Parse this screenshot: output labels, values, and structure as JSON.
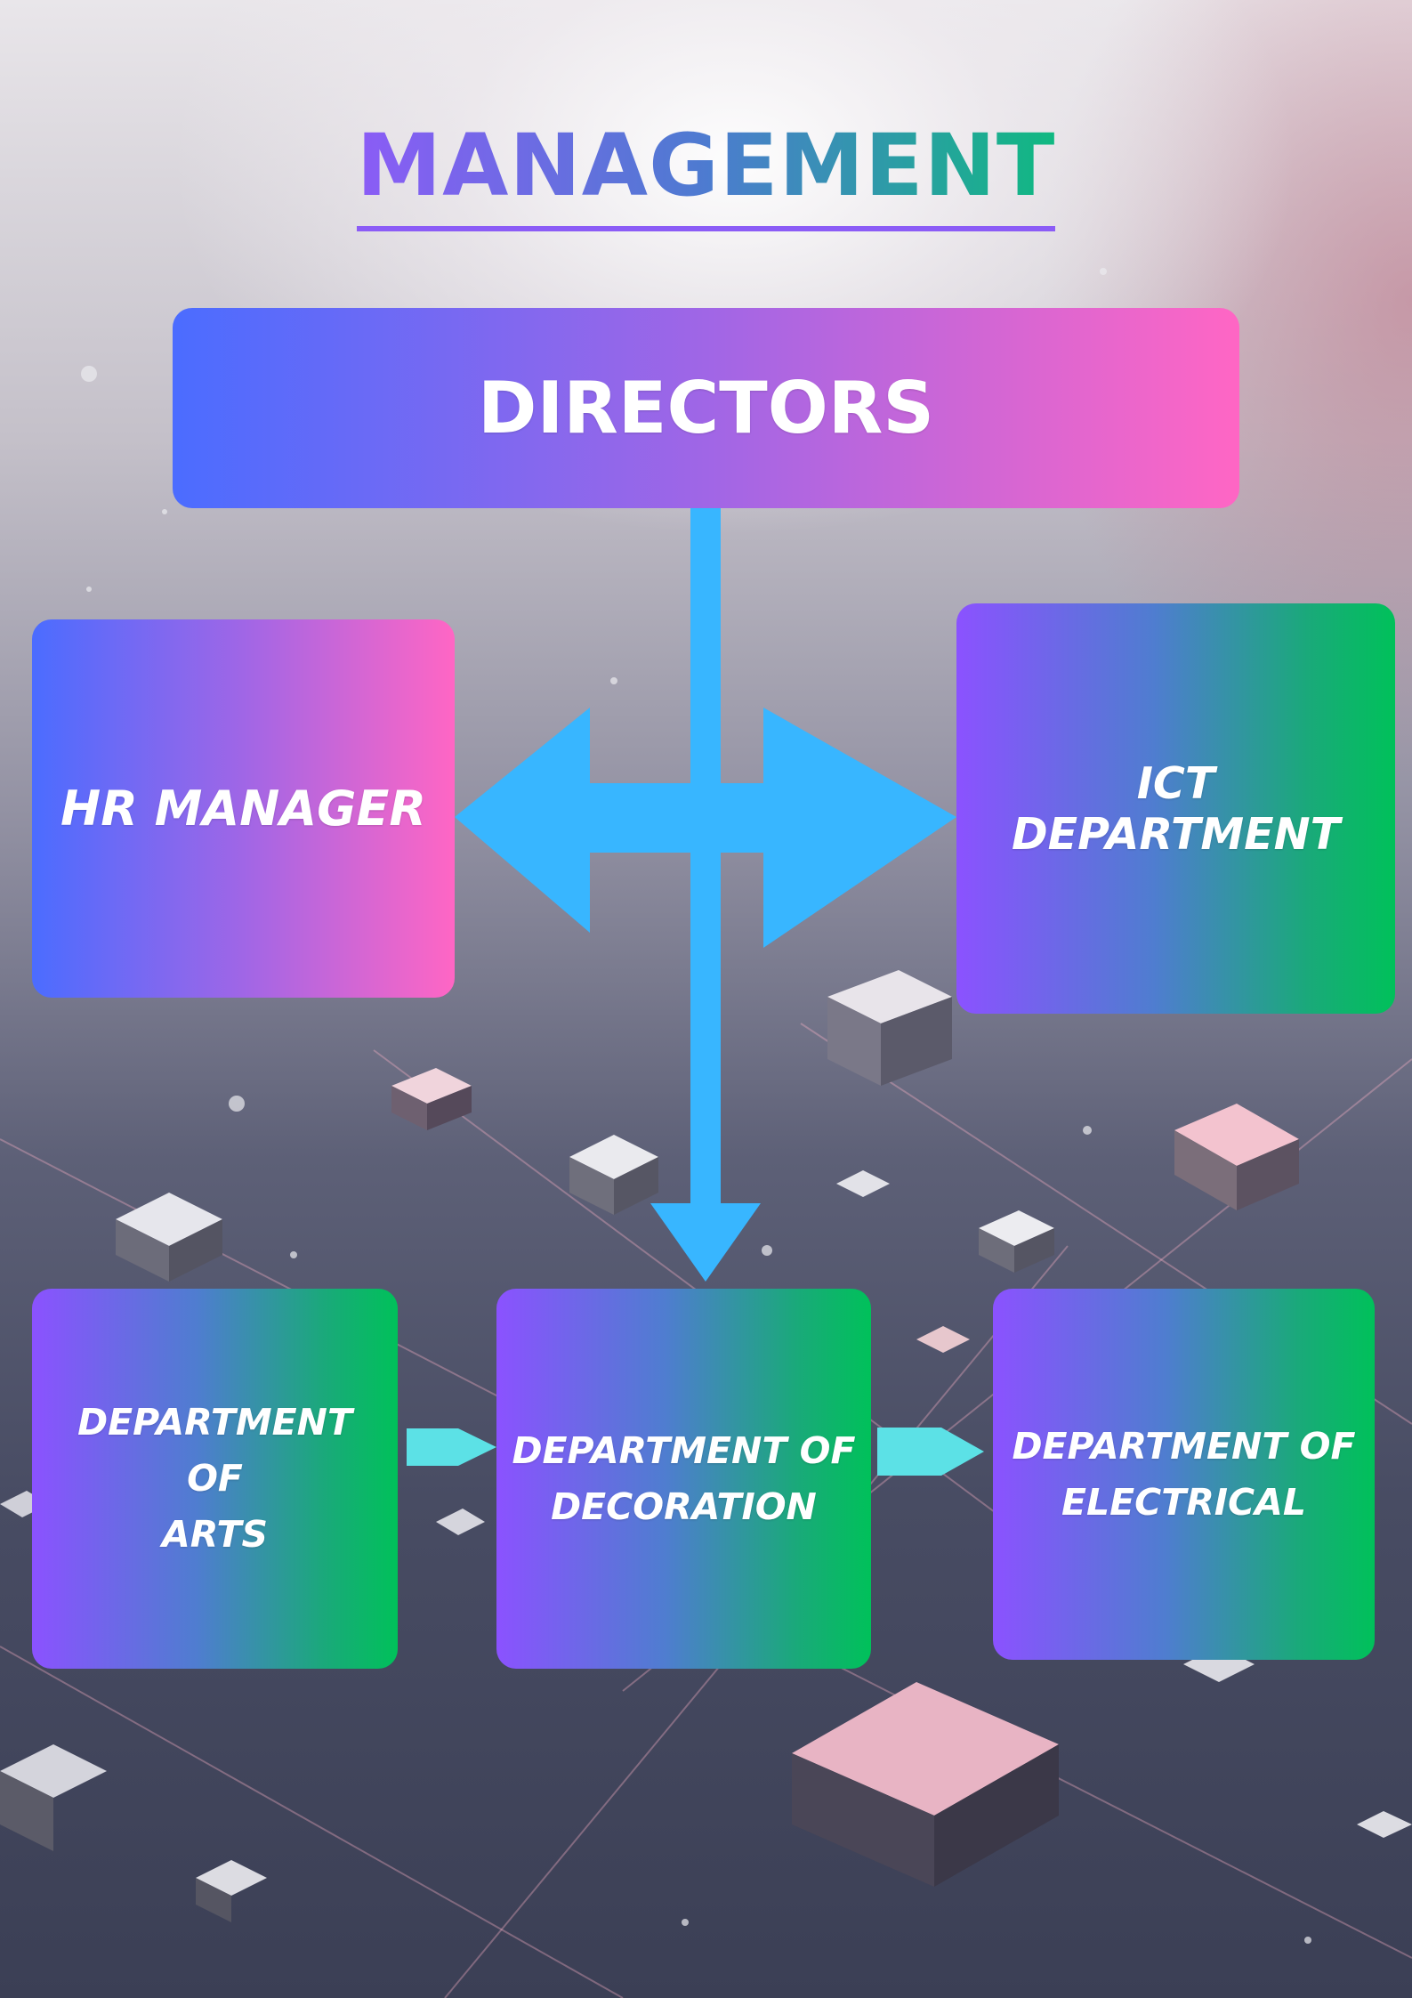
{
  "title": "MANAGEMENT",
  "nodes": {
    "directors": "DIRECTORS",
    "hr_manager": "HR MANAGER",
    "ict_department": "ICT DEPARTMENT",
    "arts": "DEPARTMENT OF\nARTS",
    "decoration": "DEPARTMENT OF\nDECORATION",
    "electrical": "DEPARTMENT OF\nELECTRICAL"
  },
  "edges": [
    {
      "from": "DIRECTORS",
      "to": "DEPARTMENT OF DECORATION"
    },
    {
      "from": "DIRECTORS",
      "to": "HR MANAGER"
    },
    {
      "from": "DIRECTORS",
      "to": "ICT DEPARTMENT"
    },
    {
      "from": "DEPARTMENT OF ARTS",
      "to": "DEPARTMENT OF DECORATION"
    },
    {
      "from": "DEPARTMENT OF DECORATION",
      "to": "DEPARTMENT OF ELECTRICAL"
    }
  ],
  "colors": {
    "main_arrow": "#38b6ff",
    "small_arrow": "#5ce1e6",
    "title_start": "#8b5cf6",
    "title_end": "#10b981",
    "box_pink_start": "#4b6cff",
    "box_pink_end": "#ff66c4",
    "box_green_start": "#8b52ff",
    "box_green_end": "#00c15a"
  }
}
